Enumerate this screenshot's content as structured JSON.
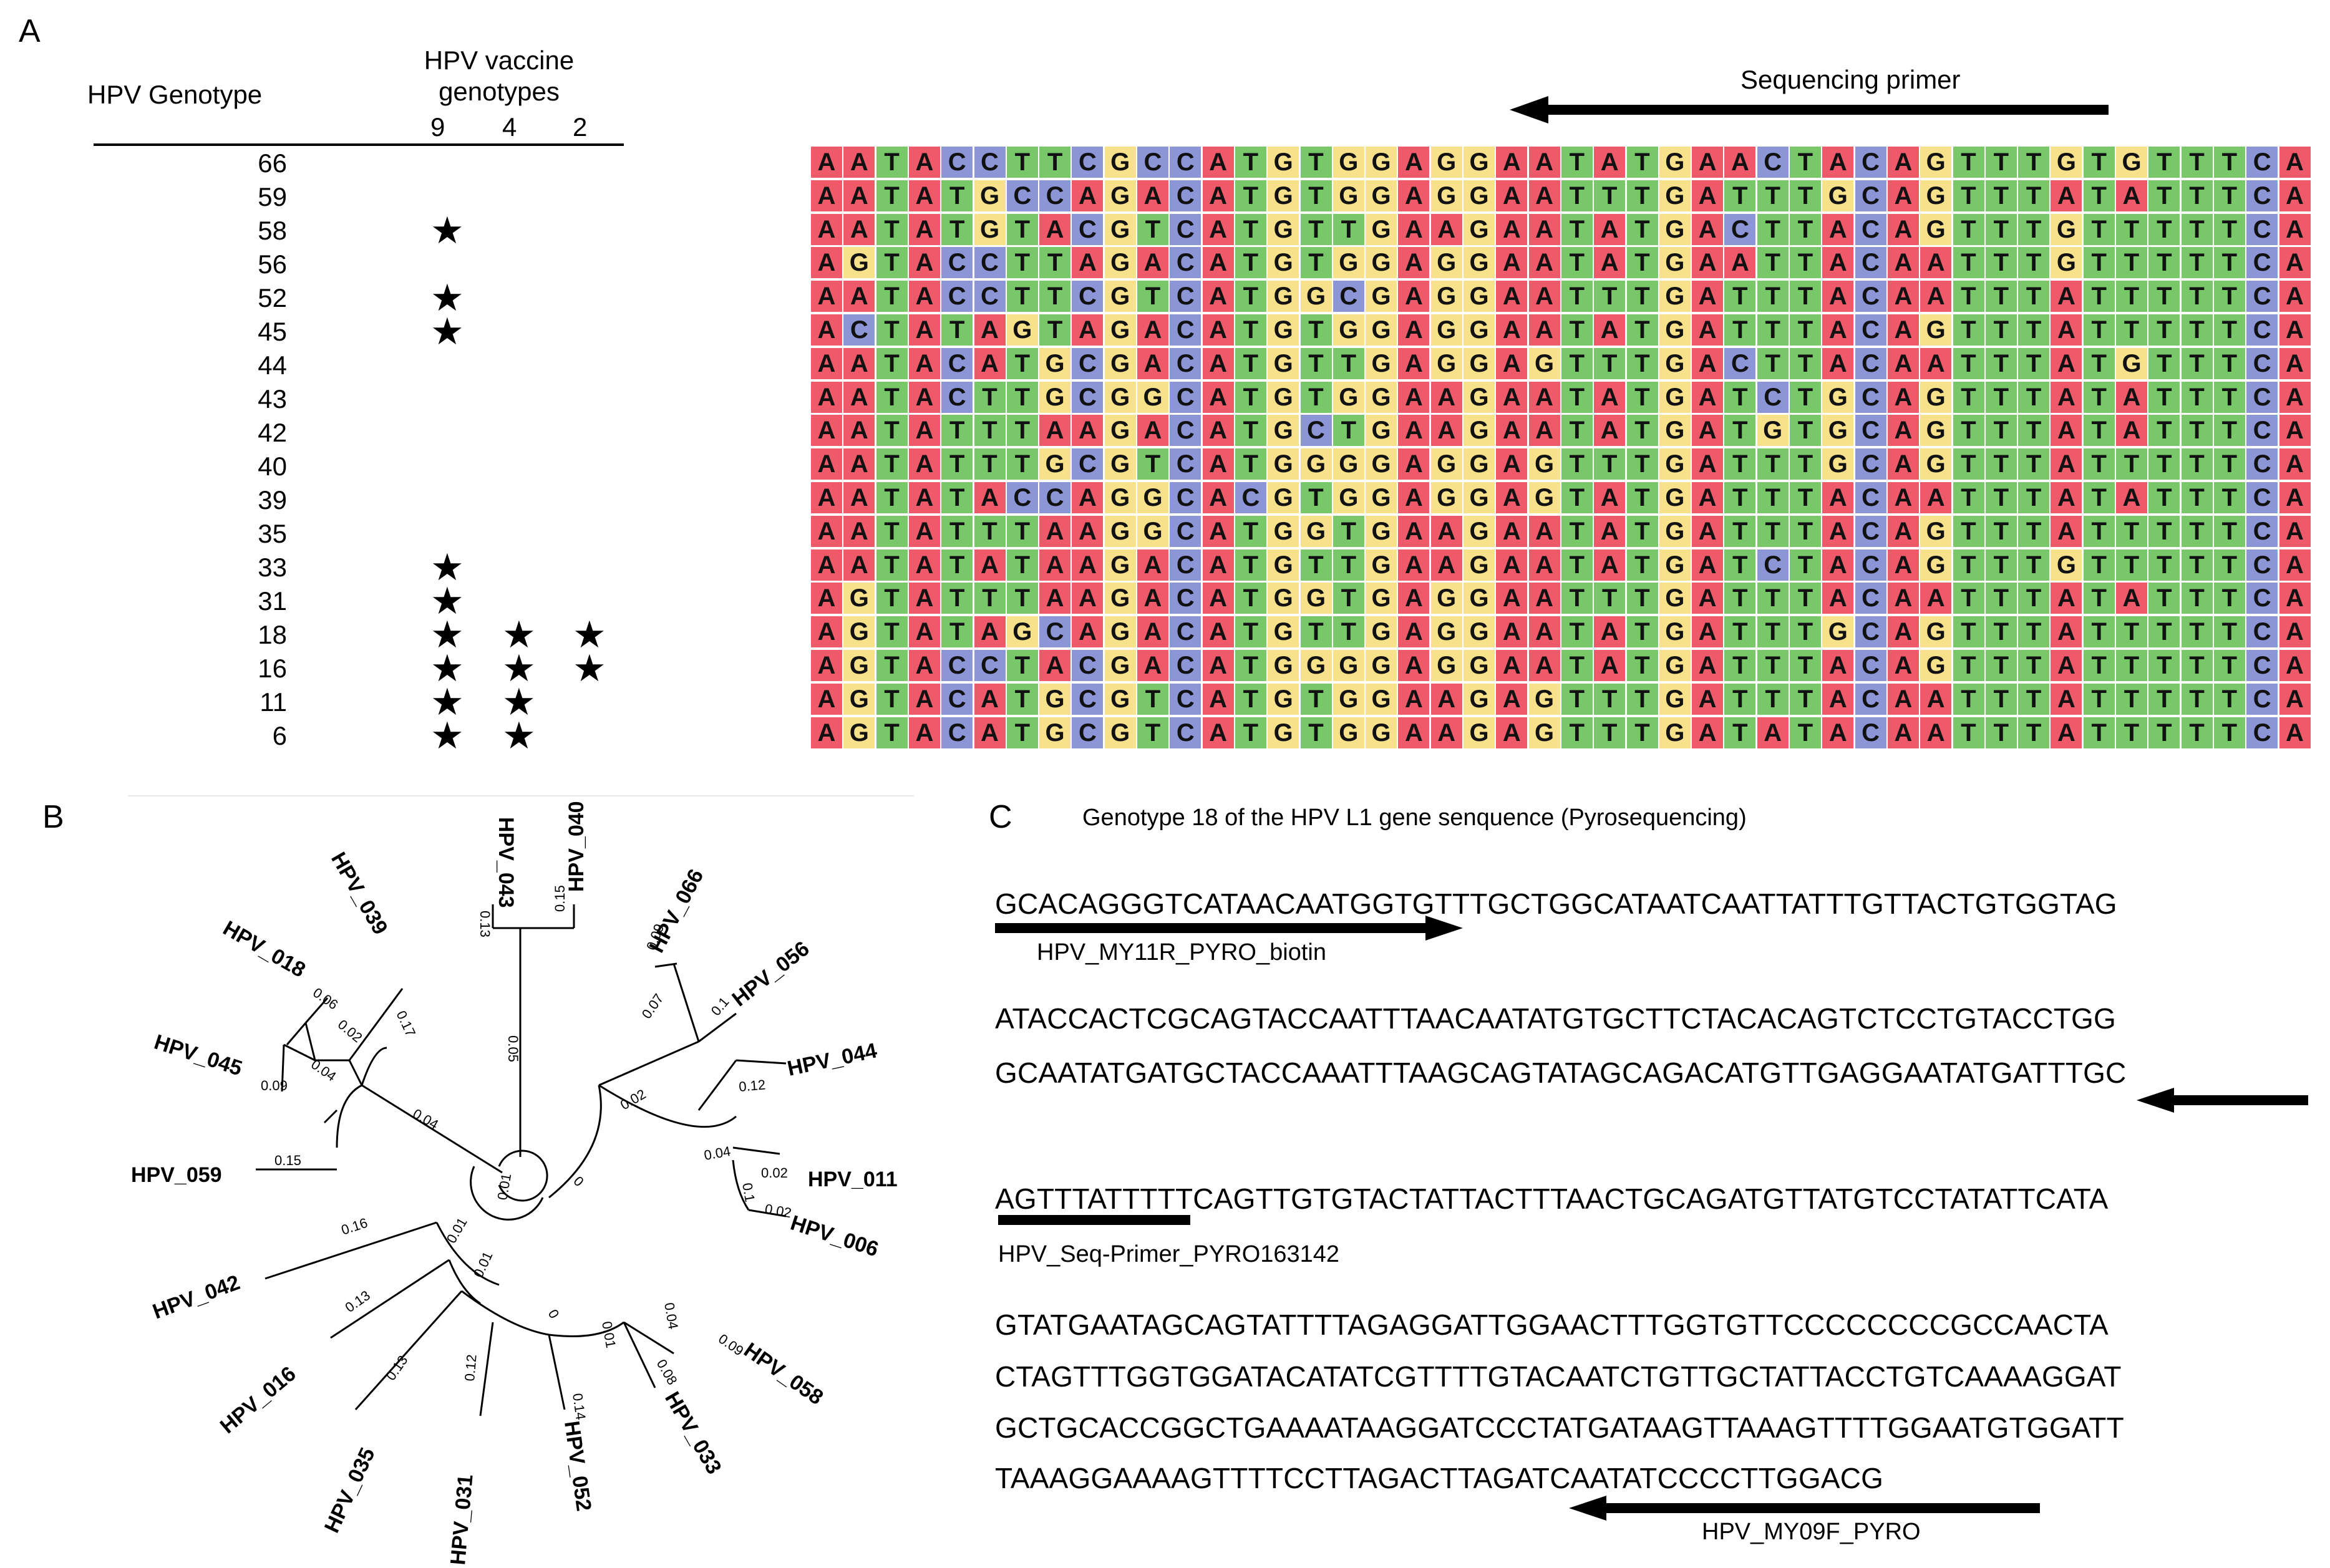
{
  "panels": {
    "a": "A",
    "b": "B",
    "c": "C"
  },
  "panel_a": {
    "genotype_header": "HPV Genotype",
    "vaccine_header_line1": "HPV vaccine",
    "vaccine_header_line2": "genotypes",
    "vaccine_columns": [
      "9",
      "4",
      "2"
    ],
    "star_glyph": "★",
    "genotypes": [
      {
        "id": "66",
        "stars": [
          false,
          false,
          false
        ]
      },
      {
        "id": "59",
        "stars": [
          false,
          false,
          false
        ]
      },
      {
        "id": "58",
        "stars": [
          true,
          false,
          false
        ]
      },
      {
        "id": "56",
        "stars": [
          false,
          false,
          false
        ]
      },
      {
        "id": "52",
        "stars": [
          true,
          false,
          false
        ]
      },
      {
        "id": "45",
        "stars": [
          true,
          false,
          false
        ]
      },
      {
        "id": "44",
        "stars": [
          false,
          false,
          false
        ]
      },
      {
        "id": "43",
        "stars": [
          false,
          false,
          false
        ]
      },
      {
        "id": "42",
        "stars": [
          false,
          false,
          false
        ]
      },
      {
        "id": "40",
        "stars": [
          false,
          false,
          false
        ]
      },
      {
        "id": "39",
        "stars": [
          false,
          false,
          false
        ]
      },
      {
        "id": "35",
        "stars": [
          false,
          false,
          false
        ]
      },
      {
        "id": "33",
        "stars": [
          true,
          false,
          false
        ]
      },
      {
        "id": "31",
        "stars": [
          true,
          false,
          false
        ]
      },
      {
        "id": "18",
        "stars": [
          true,
          true,
          true
        ]
      },
      {
        "id": "16",
        "stars": [
          true,
          true,
          true
        ]
      },
      {
        "id": "11",
        "stars": [
          true,
          true,
          false
        ]
      },
      {
        "id": "6",
        "stars": [
          true,
          true,
          false
        ]
      }
    ],
    "sequencing_primer_label": "Sequencing primer",
    "alignment": [
      "AATACCTTCGCCATGTGGAGGAATATGAACTACAGTTTGTGTTTCA",
      "AATATGCCAGACATGTGGAGGAATTTGATTTGCAGTTTATATTTCA",
      "AATATGTACGTCATGTTGAAGAATATGACTTACAGTTTGTTTTTCA",
      "AGTACCTTAGACATGTGGAGGAATATGAATTACAATTTGTTTTTCA",
      "AATACCTTCGTCATGGCGAGGAATTTGATTTACAATTTATTTTTCA",
      "ACTATAGTAGACATGTGGAGGAATATGATTTACAGTTTATTTTTCA",
      "AATACATGCGACATGTTGAGGAGTTTGACTTACAATTTATGTTTCA",
      "AATACTTGCGGCATGTGGAAGAATATGATCTGCAGTTTATATTTCA",
      "AATATTTAAGACATGCTGAAGAATATGATGTGCAGTTTATATTTCA",
      "AATATTTGCGTCATGGGGAGGAGTTTGATTTGCAGTTTATTTTTCA",
      "AATATACCAGGCACGTGGAGGAGTATGATTTACAATTTATATTTCA",
      "AATATTTAAGGCATGGTGAAGAATATGATTTACAGTTTATTTTTCA",
      "AATATATAAGACATGTTGAAGAATATGATCTACAGTTTGTTTTTCA",
      "AGTATTTAAGACATGGTGAGGAATTTGATTTACAATTTATATTTCA",
      "AGTATAGCAGACATGTTGAGGAATATGATTTGCAGTTTATTTTTCA",
      "AGTACCTACGACATGGGGAGGAATATGATTTACAGTTTATTTTTCA",
      "AGTACATGCGTCATGTGGAAGAGTTTGATTTACAATTTATTTTTCA",
      "AGTACATGCGTCATGTGGAAGAGTTTGATATACAATTTATTTTTCA"
    ],
    "nucleotide_colors": {
      "A": "#ef5a6a",
      "T": "#78c86a",
      "G": "#f7e18a",
      "C": "#8c96d6"
    }
  },
  "panel_b": {
    "tree_labels": {
      "hpv_040": "HPV_040",
      "hpv_043": "HPV_043",
      "hpv_039": "HPV_039",
      "hpv_018": "HPV_018",
      "hpv_045": "HPV_045",
      "hpv_059": "HPV_059",
      "hpv_042": "HPV_042",
      "hpv_016": "HPV_016",
      "hpv_035": "HPV_035",
      "hpv_031": "HPV_031",
      "hpv_052": "HPV_052",
      "hpv_033": "HPV_033",
      "hpv_058": "HPV_058",
      "hpv_006": "HPV_006",
      "hpv_011": "HPV_011",
      "hpv_044": "HPV_044",
      "hpv_056": "HPV_056",
      "hpv_066": "HPV_066"
    },
    "branch_lengths": {
      "b040": "0.15",
      "b043": "0.13",
      "b_up": "0.05",
      "b039": "0.17",
      "b018": "0.06",
      "b045": "0.09",
      "b_1845": "0.04",
      "b_391845": "0.02",
      "b_left": "0.04",
      "b059": "0.15",
      "b042": "0.16",
      "b016": "0.13",
      "b035": "0.13",
      "b031": "0.12",
      "b052": "0.14",
      "b033": "0.08",
      "b058": "0.09",
      "b_3358": "0.04",
      "b_3358b": "0.01",
      "b_52x": "0",
      "b_31x": "0.01",
      "b_16x": "0.01",
      "b_root1": "0.01",
      "b_root2": "0",
      "b006": "0.02",
      "b011": "0.02",
      "b_611": "0.1",
      "b044": "0.12",
      "b_44x": "0.04",
      "b066": "0.09",
      "b056": "0.1",
      "b_6656": "0.07",
      "b_right": "0.02"
    }
  },
  "panel_c": {
    "title": "Genotype 18 of the HPV L1 gene senquence (Pyrosequencing)",
    "block1": [
      "GCACAGGGTCATAACAATGGTGTTTGCTGGCATAATCAATTATTTGTTACTGTGGTAG"
    ],
    "primer1": "HPV_MY11R_PYRO_biotin",
    "block2": [
      "ATACCACTCGCAGTACCAATTTAACAATATGTGCTTCTACACAGTCTCCTGTACCTGG",
      "GCAATATGATGCTACCAAATTTAAGCAGTATAGCAGACATGTTGAGGAATATGATTTGC"
    ],
    "block3": [
      "AGTTTATTTTTCAGTTGTGTACTATTACTTTAACTGCAGATGTTATGTCCTATATTCATA"
    ],
    "primer2": "HPV_Seq-Primer_PYRO163142",
    "block4": [
      "GTATGAATAGCAGTATTTTAGAGGATTGGAACTTTGGTGTTCCCCCCCCGCCAACTA",
      "CTAGTTTGGTGGATACATATCGTTTTGTACAATCTGTTGCTATTACCTGTCAAAAGGAT",
      "GCTGCACCGGCTGAAAATAAGGATCCCTATGATAAGTTAAAGTTTTGGAATGTGGATT",
      "TAAAGGAAAAGTTTTCCTTAGACTTAGATCAATATCCCCTTGGACG"
    ],
    "primer3": "HPV_MY09F_PYRO"
  }
}
